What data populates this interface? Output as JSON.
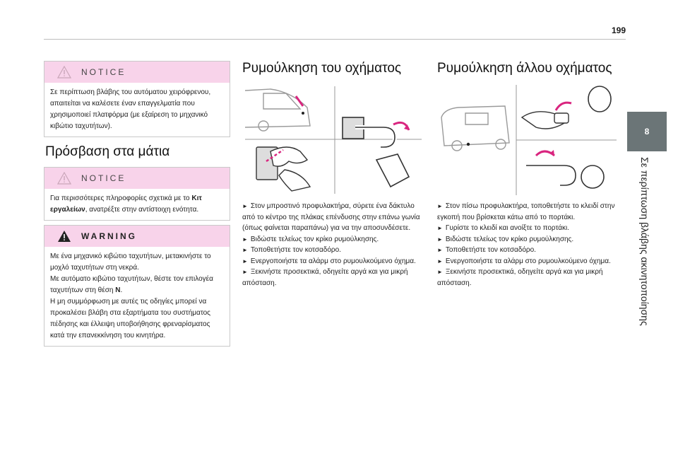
{
  "page": {
    "number": "199",
    "chapter_number": "8",
    "chapter_title": "Σε περίπτωση βλάβης ακινητοποίησης"
  },
  "col1": {
    "notice1": {
      "header": "NOTICE",
      "body": "Σε περίπτωση βλάβης του αυτόματου χειρόφρενου, απαιτείται να καλέσετε έναν επαγγελματία που χρησιμοποιεί πλατφόρμα (με εξαίρεση το μηχανικό κιβώτιο ταχυτήτων)."
    },
    "heading": "Πρόσβαση στα μάτια",
    "notice2": {
      "header": "NOTICE",
      "body_pre": "Για περισσότερες πληροφορίες σχετικά με το ",
      "body_bold": "Κιτ εργαλείων",
      "body_post": ", ανατρέξτε στην αντίστοιχη ενότητα."
    },
    "warning": {
      "header": "WARNING",
      "line1": "Με ένα μηχανικό κιβώτιο ταχυτήτων, μετακινήστε το μοχλό ταχυτήτων στη νεκρά.",
      "line2_pre": "Με αυτόματο κιβώτιο ταχυτήτων, θέστε τον επιλογέα ταχυτήτων στη θέση ",
      "line2_bold": "N",
      "line2_post": ".",
      "line3": "Η μη συμμόρφωση με αυτές τις οδηγίες μπορεί να προκαλέσει βλάβη στα εξαρτήματα του συστήματος πέδησης και έλλειψη υποβοήθησης φρεναρίσματος κατά την επανεκκίνηση του κινητήρα."
    }
  },
  "col2": {
    "heading": "Ρυμούλκηση του οχήματος",
    "steps": [
      "Στον μπροστινό προφυλακτήρα, σύρετε ένα δάκτυλο από το κέντρο της πλάκας επένδυσης στην επάνω γωνία (όπως φαίνεται παραπάνω) για να την αποσυνδέσετε.",
      "Βιδώστε τελείως τον κρίκο ρυμούλκησης.",
      "Τοποθετήστε τον κοτσαδόρο.",
      "Ενεργοποιήστε τα αλάρμ στο ρυμουλκούμενο όχημα.",
      "Ξεκινήστε προσεκτικά, οδηγείτε αργά και για μικρή απόσταση."
    ]
  },
  "col3": {
    "heading": "Ρυμούλκηση άλλου οχήματος",
    "steps": [
      "Στον πίσω προφυλακτήρα, τοποθετήστε το κλειδί στην εγκοπή που βρίσκεται κάτω από το πορτάκι.",
      "Γυρίστε το κλειδί και ανοίξτε το πορτάκι.",
      "Βιδώστε τελείως τον κρίκο ρυμούλκησης.",
      "Τοποθετήστε τον κοτσαδόρο.",
      "Ενεργοποιήστε τα αλάρμ στο ρυμουλκούμενο όχημα.",
      "Ξεκινήστε προσεκτικά, οδηγείτε αργά και για μικρή απόσταση."
    ]
  },
  "icons": {
    "caution": "caution-triangle-icon",
    "warning": "warning-triangle-icon",
    "step_marker": "arrow-right-icon"
  },
  "colors": {
    "notice_header_bg": "#f8d3ea",
    "side_tab_bg": "#6b7577",
    "accent_pink": "#d9257f"
  }
}
